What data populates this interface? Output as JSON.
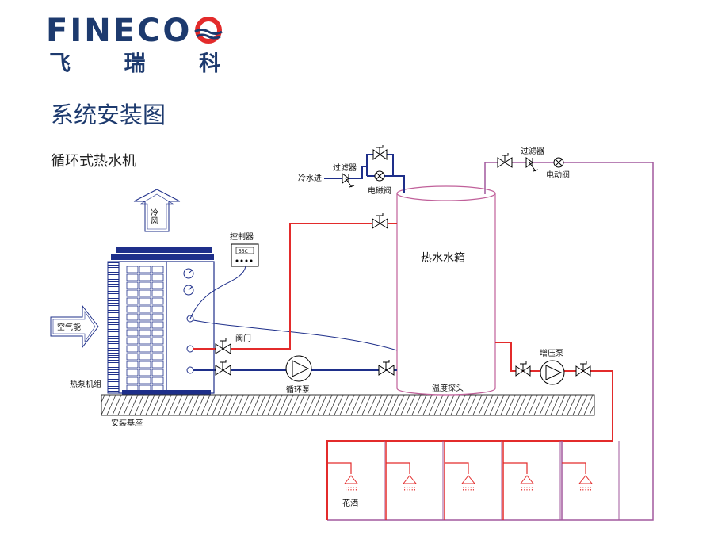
{
  "brand": {
    "name_en": "FINECO",
    "name_cn": "飞瑞科",
    "text_color": "#1d3a6e",
    "accent_color": "#e32b2b"
  },
  "page": {
    "title": "系统安装图",
    "subtitle": "循环式热水机"
  },
  "colors": {
    "hot_pipe": "#e32b2b",
    "circulation_pipe": "#1e2f8a",
    "return_pipe": "#a2589e",
    "tank_outline": "#c0609a"
  },
  "labels": {
    "cold_wind": "冷风",
    "air_energy": "空气能",
    "controller": "控制器",
    "controller_display": "55C",
    "heat_pump_unit": "热泵机组",
    "install_base": "安装基座",
    "valve": "阀门",
    "circulation_pump": "循环泵",
    "temp_probe": "温度探头",
    "hot_water_tank": "热水水箱",
    "cold_water_inlet": "冷水进",
    "filter_inlet": "过滤器",
    "solenoid_valve": "电磁阀",
    "filter_return": "过滤器",
    "motorized_valve": "电动阀",
    "booster_pump": "增压泵",
    "shower": "花洒"
  },
  "showers": {
    "count": 5,
    "labeled_index": 0
  }
}
